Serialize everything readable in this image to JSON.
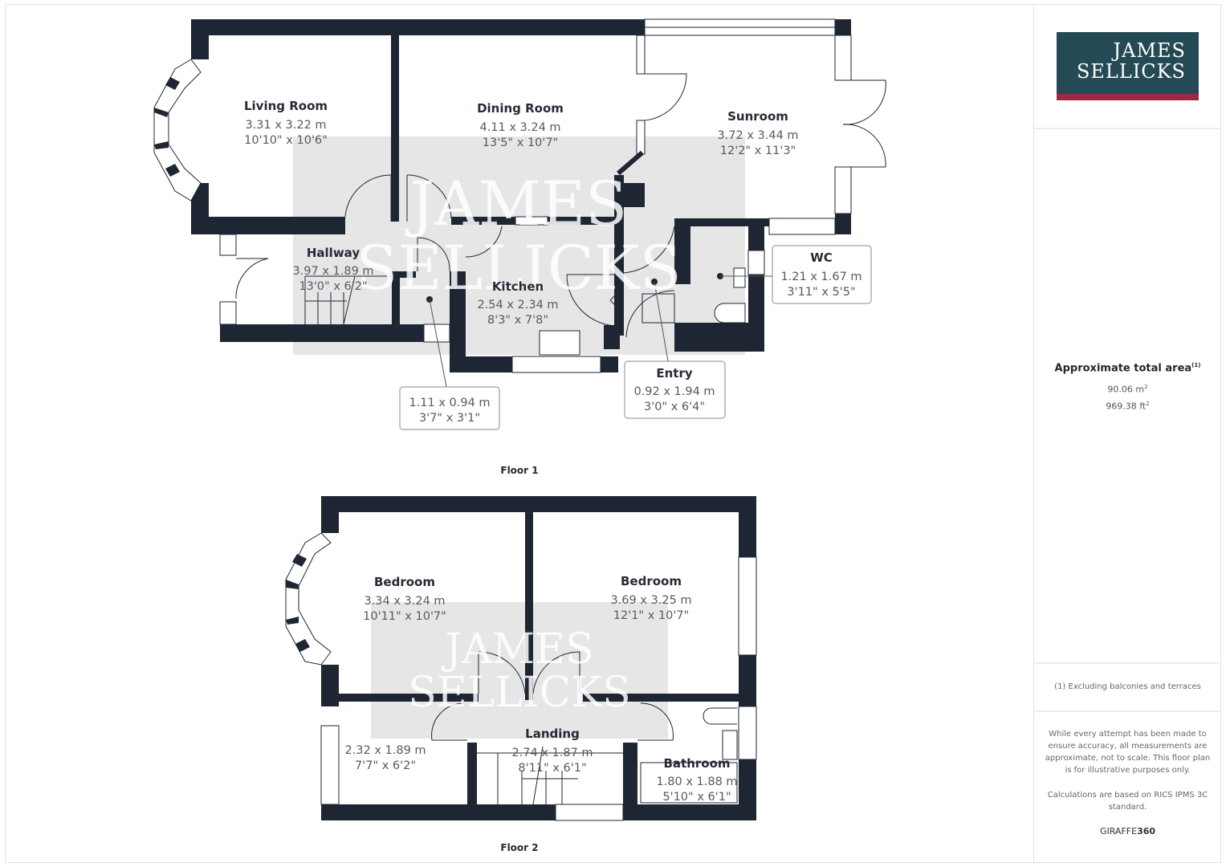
{
  "brand": {
    "logo_line1": "JAMES",
    "logo_line2": "SELLICKS",
    "logo_bg": "#244a55",
    "logo_accent": "#9c2a44",
    "watermark_line1": "JAMES",
    "watermark_line2": "SELLICKS"
  },
  "summary": {
    "title": "Approximate total area",
    "title_footnote": "(1)",
    "area_m2": "90.06 m",
    "area_ft2": "969.38 ft",
    "sq": "2",
    "footnote": "(1) Excluding balconies and terraces",
    "disclaimer": "While every attempt has been made to ensure accuracy, all measurements are approximate, not to scale. This floor plan is for illustrative purposes only.",
    "calc_note": "Calculations are based on RICS IPMS 3C standard.",
    "provider_a": "GIRAFFE",
    "provider_b": "360"
  },
  "floors": [
    {
      "label": "Floor 1",
      "rooms": [
        {
          "name": "Living Room",
          "metric": "3.31 x 3.22 m",
          "imperial": "10'10\" x 10'6\""
        },
        {
          "name": "Dining Room",
          "metric": "4.11 x 3.24 m",
          "imperial": "13'5\" x 10'7\""
        },
        {
          "name": "Sunroom",
          "metric": "3.72 x 3.44 m",
          "imperial": "12'2\" x 11'3\""
        },
        {
          "name": "Hallway",
          "metric": "3.97 x 1.89 m",
          "imperial": "13'0\" x 6'2\""
        },
        {
          "name": "Kitchen",
          "metric": "2.54 x 2.34 m",
          "imperial": "8'3\" x 7'8\""
        },
        {
          "name": "WC",
          "metric": "1.21 x 1.67 m",
          "imperial": "3'11\" x 5'5\""
        },
        {
          "name": "Entry",
          "metric": "0.92 x 1.94 m",
          "imperial": "3'0\" x 6'4\""
        },
        {
          "name": "",
          "metric": "1.11 x 0.94 m",
          "imperial": "3'7\" x 3'1\""
        }
      ]
    },
    {
      "label": "Floor 2",
      "rooms": [
        {
          "name": "Bedroom",
          "metric": "3.34 x 3.24 m",
          "imperial": "10'11\" x 10'7\""
        },
        {
          "name": "Bedroom",
          "metric": "3.69 x 3.25 m",
          "imperial": "12'1\" x 10'7\""
        },
        {
          "name": "Landing",
          "metric": "2.74 x 1.87 m",
          "imperial": "8'11\" x 6'1\""
        },
        {
          "name": "Bathroom",
          "metric": "1.80 x 1.88 m",
          "imperial": "5'10\" x 6'1\""
        },
        {
          "name": "",
          "metric": "2.32 x 1.89 m",
          "imperial": "7'7\" x 6'2\""
        }
      ]
    }
  ]
}
